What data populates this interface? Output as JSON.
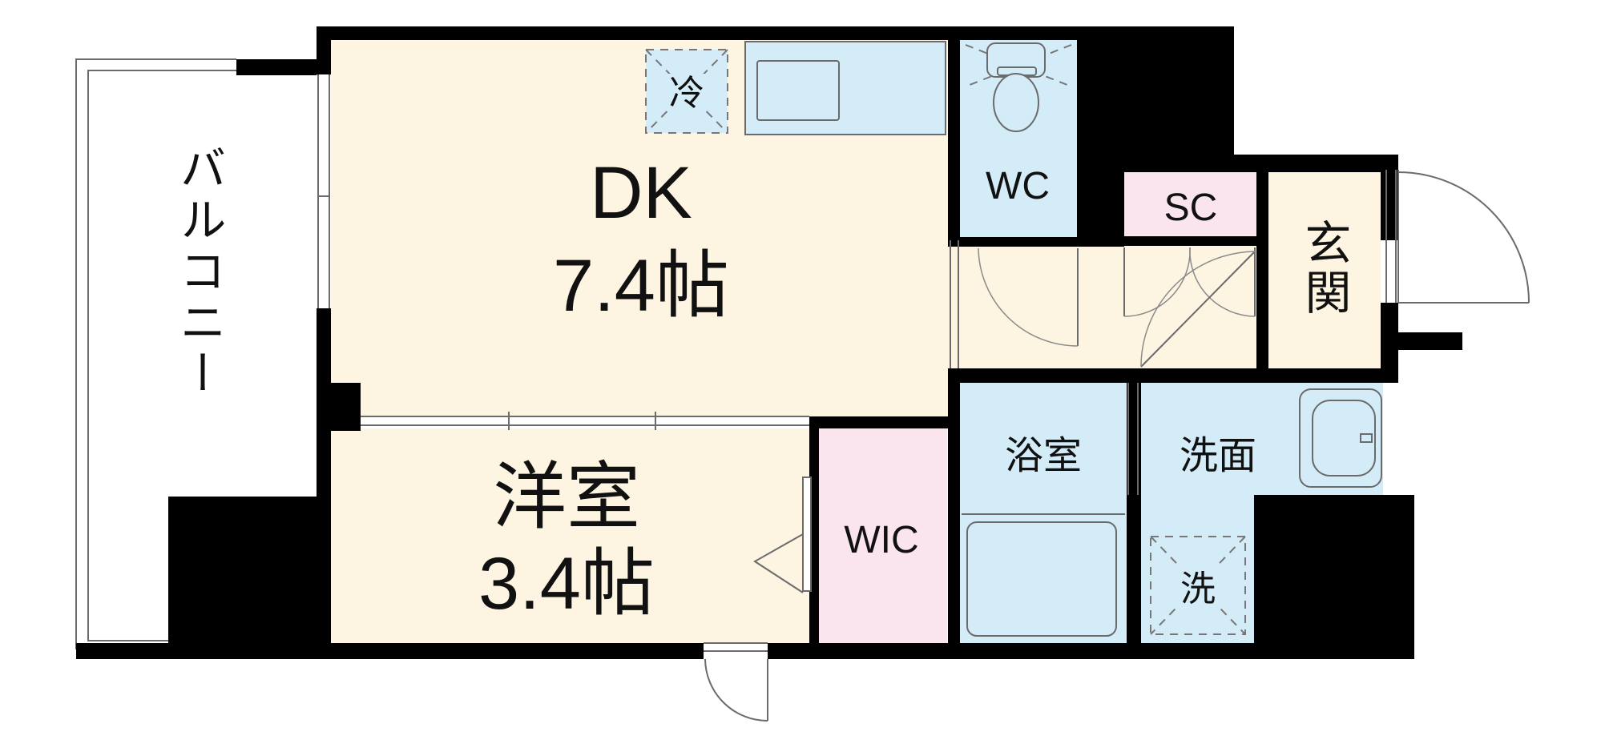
{
  "colors": {
    "wall": "#000000",
    "living": "#fdf5e2",
    "wet": "#d3ecf7",
    "storage": "#fae5ee",
    "outline": "#6b6b6b"
  },
  "rooms": {
    "balcony": "バルコニー",
    "dk_name": "DK",
    "dk_size": "7.4帖",
    "western_name": "洋室",
    "western_size": "3.4帖",
    "wic": "WIC",
    "wc": "WC",
    "sc": "SC",
    "entrance": "玄関",
    "bath": "浴室",
    "washroom": "洗面"
  },
  "fixtures": {
    "fridge": "冷",
    "washer": "洗"
  }
}
